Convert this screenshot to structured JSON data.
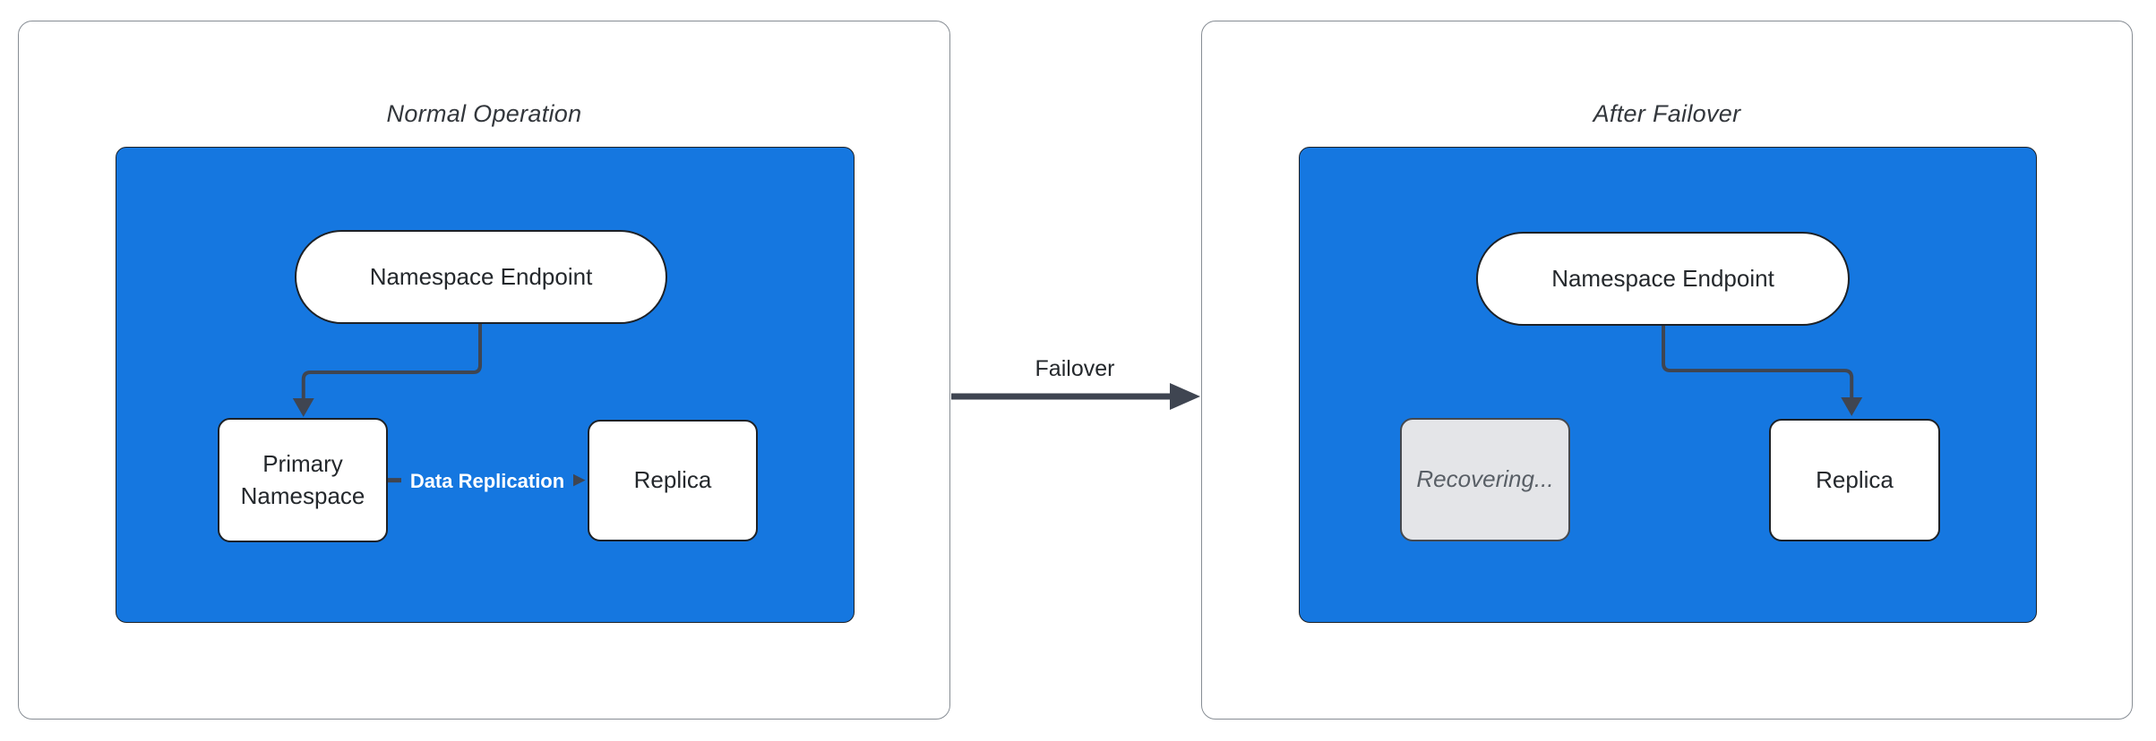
{
  "colors": {
    "canvas-bg": "#ffffff",
    "panel-border": "#878d94",
    "blue-fill": "#1577e0",
    "shape-border": "#1d2126",
    "shape-fill": "#ffffff",
    "connector": "#3f4551",
    "text-dark": "#24282c",
    "title-text": "#33373c",
    "gray-fill": "#e4e5e8",
    "gray-border": "#45494f",
    "gray-text": "#595f66",
    "edge-label-text": "#ffffff"
  },
  "left_panel": {
    "title": "Normal Operation",
    "endpoint_label": "Namespace Endpoint",
    "primary_label": "Primary Namespace",
    "replica_label": "Replica",
    "replication_edge_label": "Data Replication"
  },
  "failover_edge_label": "Failover",
  "right_panel": {
    "title": "After Failover",
    "endpoint_label": "Namespace Endpoint",
    "recovering_label": "Recovering...",
    "replica_label": "Replica"
  }
}
